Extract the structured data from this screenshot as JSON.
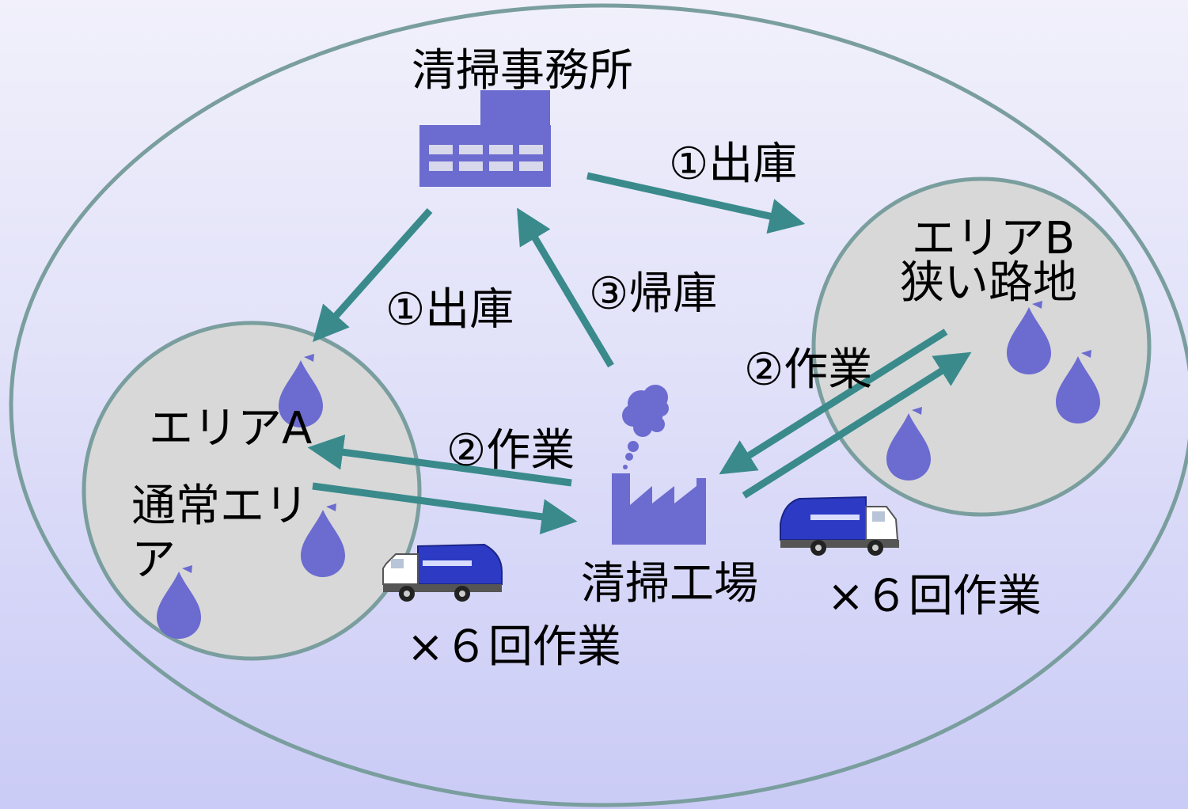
{
  "places": {
    "office": "清掃事務所",
    "plant": "清掃工場",
    "area_a_line1": "エリアA",
    "area_a_line2": "通常エリ",
    "area_a_line3": "ア",
    "area_b_line1": "エリアB",
    "area_b_line2": "狭い路地"
  },
  "steps": {
    "depart_to_b": "①出庫",
    "depart_to_a": "①出庫",
    "return_home": "③帰庫",
    "work_a": "②作業",
    "work_b": "②作業"
  },
  "repeat": {
    "area_a": "×６回作業",
    "area_b": "×６回作業"
  },
  "colors": {
    "arrow": "#3a8a8c",
    "icon": "#6b6bd0",
    "area_fill": "#d8d8d8",
    "outline": "#7a9e9e"
  }
}
